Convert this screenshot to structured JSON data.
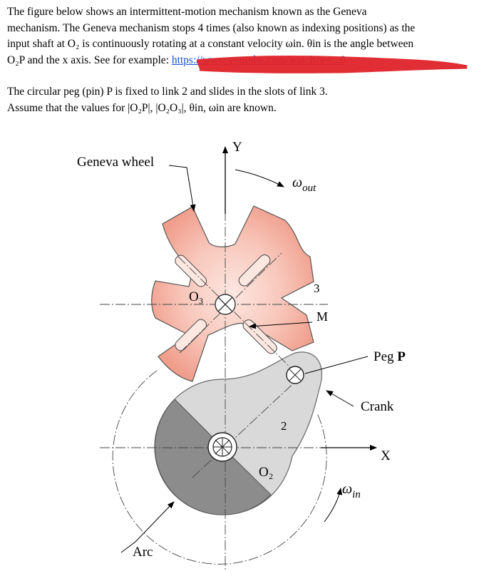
{
  "problem": {
    "p1_lines": [
      "The figure below shows an intermittent-motion mechanism known as the Geneva",
      "mechanism. The Geneva mechanism stops 4 times (also known as indexing positions) as the",
      "input shaft at O₂ is continuously rotating at a constant velocity ωin. θin is the angle between",
      "O₂P and the x axis. See for example:"
    ],
    "link_visible": "https://www.youtube.com/watch?v=...0",
    "p2_lines": [
      "The circular peg (pin) P is fixed to link 2 and slides in the slots of link 3.",
      "Assume that the values for |O₂P|, |O₂O₃|, θin, ωin are known."
    ]
  },
  "figure": {
    "labels": {
      "geneva_wheel": "Geneva wheel",
      "y_axis": "Y",
      "x_axis": "X",
      "omega_out": "ω",
      "omega_out_sub": "out",
      "omega_in": "ω",
      "omega_in_sub": "in",
      "o3": "O₃",
      "o2": "O₂",
      "link3": "3",
      "link2": "2",
      "m": "M",
      "peg": "Peg ",
      "peg_bold": "P",
      "crank": "Crank",
      "arc": "Arc"
    },
    "colors": {
      "wheel_fill": "#f5b3a5",
      "wheel_center": "#fde7e1",
      "crank_light": "#d9d9d9",
      "crank_dark": "#8c8c8c",
      "redaction": "#e0232a"
    }
  }
}
